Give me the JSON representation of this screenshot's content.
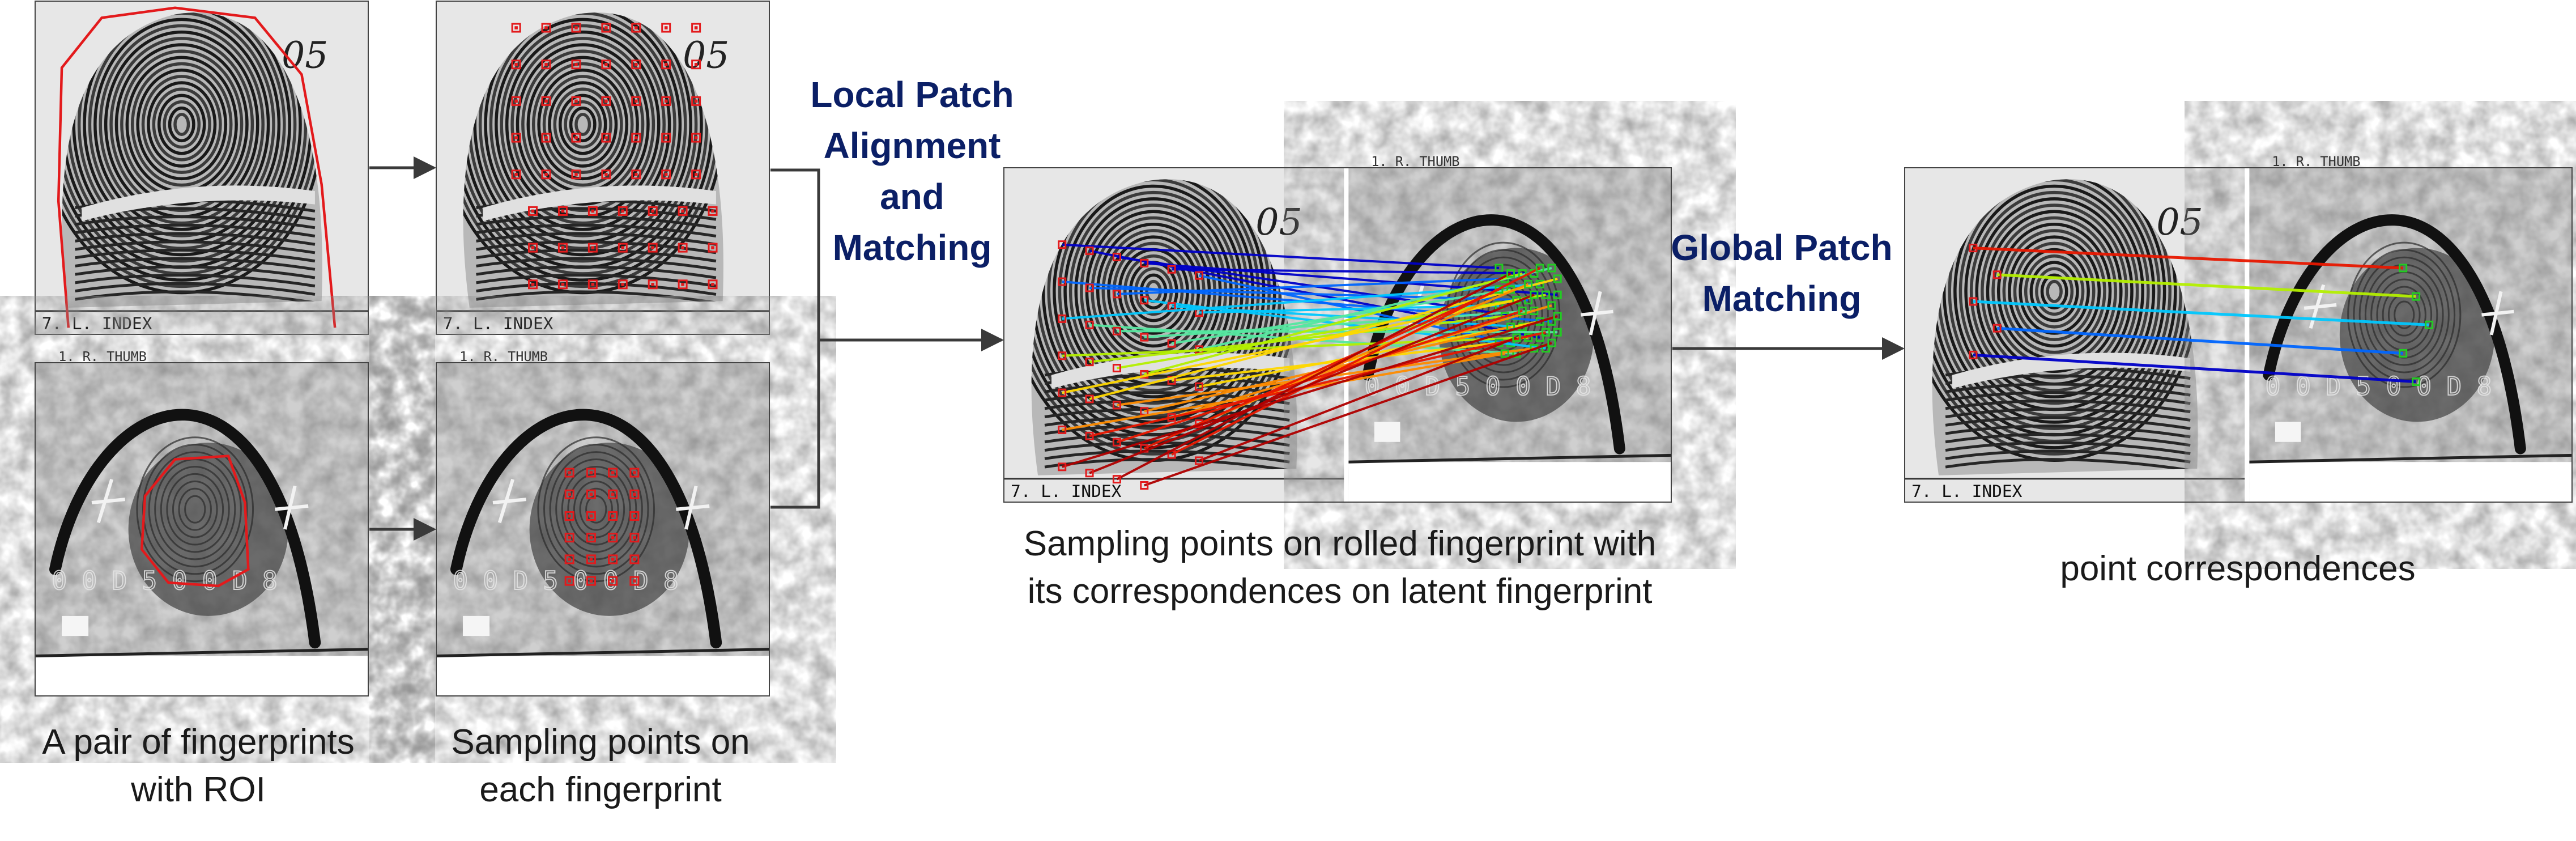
{
  "figure": {
    "rolled_card": {
      "number": "05",
      "finger_label": "7. L. INDEX"
    },
    "latent_card": {
      "thumb_label": "1. R. THUMB",
      "stamp_text": "0 0 D 5 0 0 D 8"
    }
  },
  "panels": [
    {
      "id": "rolled-roi",
      "kind": "rolled",
      "roi": true,
      "points": false
    },
    {
      "id": "rolled-points",
      "kind": "rolled",
      "roi": false,
      "points": true
    },
    {
      "id": "latent-roi",
      "kind": "latent",
      "roi": true,
      "points": false
    },
    {
      "id": "latent-points",
      "kind": "latent",
      "roi": false,
      "points": true
    },
    {
      "id": "pair-local",
      "kind": "pair",
      "correspondences": "dense"
    },
    {
      "id": "pair-global",
      "kind": "pair",
      "correspondences": "sparse"
    }
  ],
  "steps": {
    "local": [
      "Local Patch",
      "Alignment",
      "and",
      "Matching"
    ],
    "global": [
      "Global Patch",
      "Matching"
    ]
  },
  "captions": {
    "pair": [
      "A pair of fingerprints",
      "with ROI"
    ],
    "sampling": [
      "Sampling points on",
      "each fingerprint"
    ],
    "local": [
      "Sampling points on rolled fingerprint with",
      "its correspondences  on latent fingerprint"
    ],
    "global": [
      "point correspondences"
    ]
  },
  "colors": {
    "roi_outline": "#e31a1c",
    "sample_point": "#e31a1c",
    "latent_point": "#22cc22",
    "step_label": "#0b1f66",
    "arrow": "#3a3a3a",
    "correspondence_ramp": [
      "#0000c8",
      "#0066ff",
      "#00c8ff",
      "#55e8a0",
      "#b4f000",
      "#ffd800",
      "#ff8c00",
      "#e81800",
      "#b00000"
    ]
  }
}
